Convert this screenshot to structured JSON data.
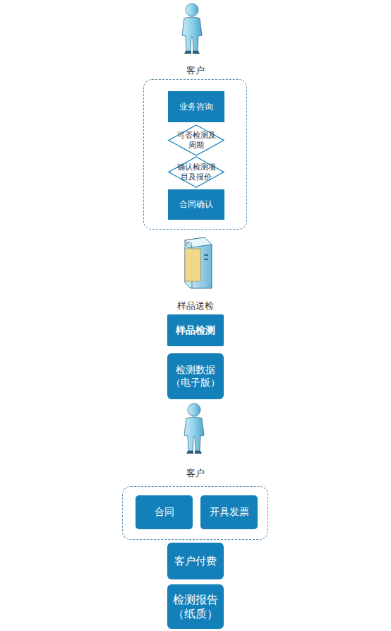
{
  "diagram": {
    "nodes": [
      {
        "text": [
          "客户"
        ]
      },
      {
        "text": [
          "业务咨询"
        ],
        "in": 0
      },
      {
        "text": [
          "可否检测及周期"
        ],
        "in": 0
      },
      {
        "text": [
          "确认检测项目及报价"
        ],
        "in": 0
      },
      {
        "text": [
          "合同确认"
        ],
        "in": 0
      },
      {
        "text": [
          "样品检测"
        ]
      },
      {
        "text": [
          "检测数据（电子版）"
        ]
      },
      {
        "text": [
          "客户"
        ]
      },
      {
        "text": [
          "合同"
        ],
        "in": 7
      },
      {
        "text": [
          "开具发票"
        ],
        "in": 7
      },
      {
        "text": [
          "客户付费"
        ]
      },
      {
        "text": [
          "检测报告（纸质）"
        ]
      }
    ],
    "labels": [
      "样品送检"
    ]
  }
}
